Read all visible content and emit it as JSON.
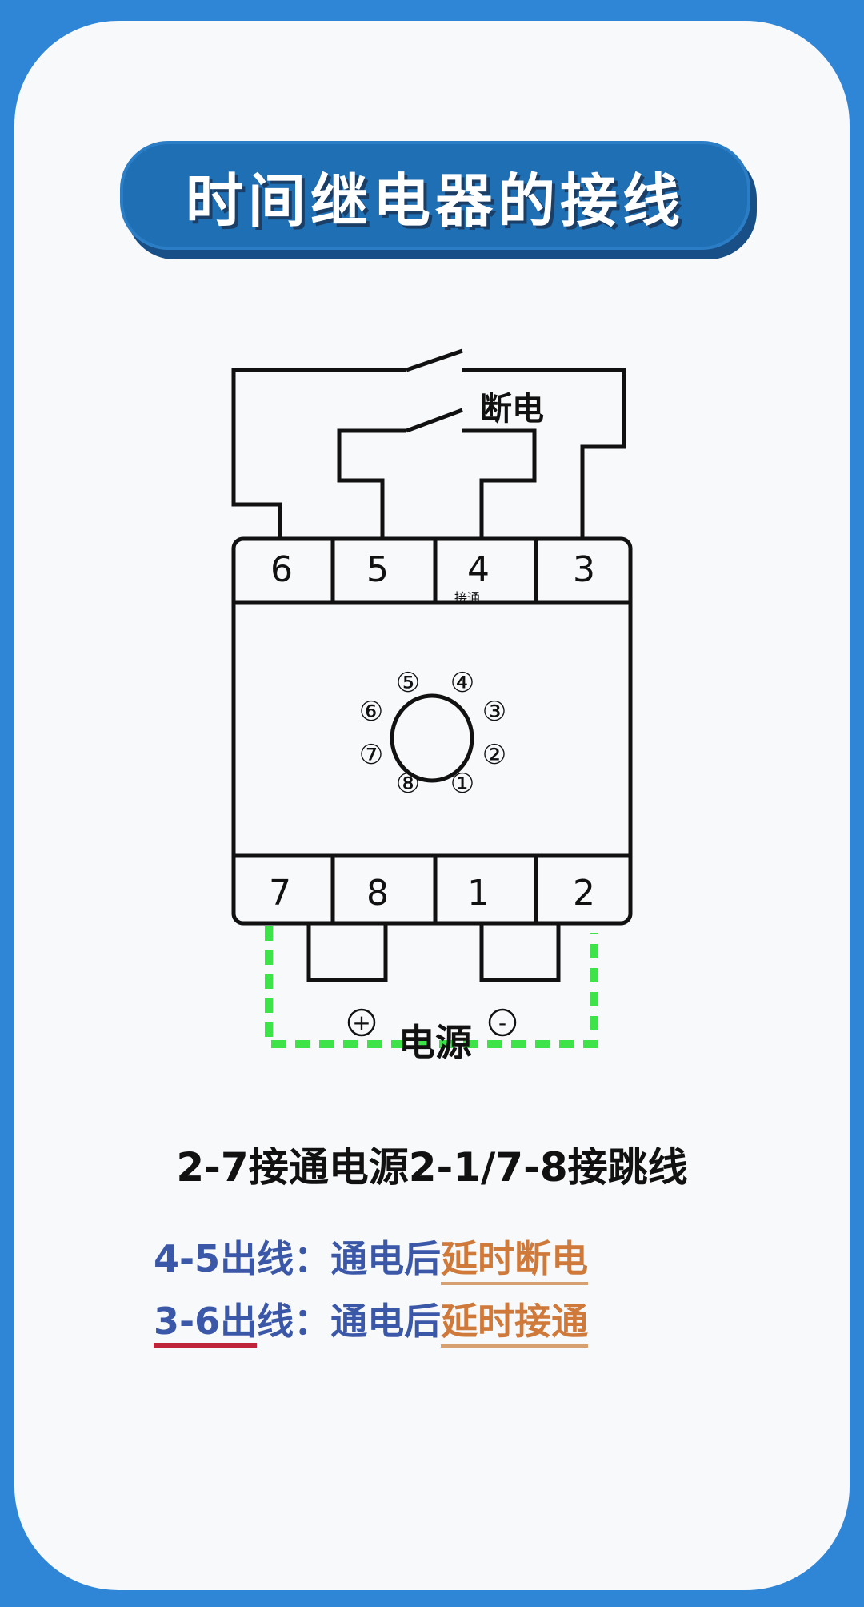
{
  "title": "时间继电器的接线",
  "switch_label": "断电",
  "top_terminals": [
    "6",
    "5",
    "4",
    "3"
  ],
  "bottom_terminals": [
    "7",
    "8",
    "1",
    "2"
  ],
  "small_label": "接通",
  "socket_pins": [
    "⑤",
    "④",
    "⑥",
    "③",
    "⑦",
    "②",
    "⑧",
    "①"
  ],
  "power_plus": "+",
  "power_minus": "-",
  "power_label": "电源",
  "caption": "2-7接通电源2-1/7-8接跳线",
  "lines": [
    {
      "prefix": "4-5出线：通电后",
      "result": "延时断电"
    },
    {
      "prefix_a": "3-6出",
      "prefix_b": "线：通电后",
      "result": "延时接通"
    }
  ],
  "colors": {
    "background": "#2f86d6",
    "banner": "#1f6fb4",
    "dashed_wire": "#3ee34a",
    "blue_text": "#3b57a8",
    "orange_text": "#cf7a3a",
    "red_underline": "#c0243a"
  }
}
